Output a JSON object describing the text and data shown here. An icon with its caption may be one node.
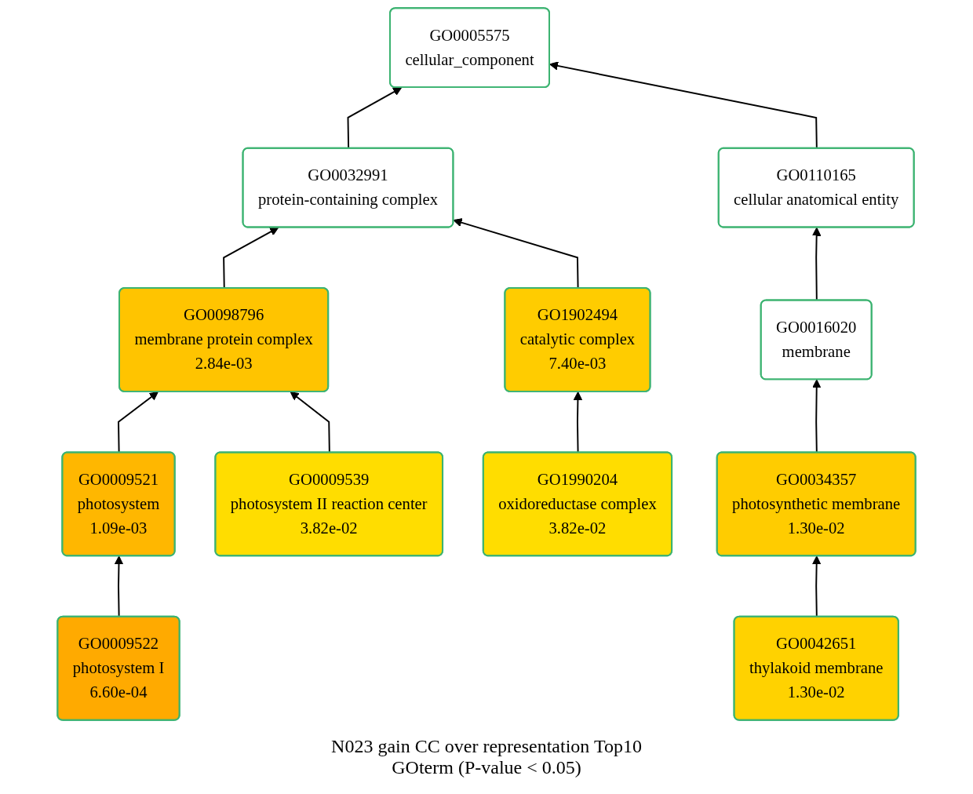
{
  "diagram": {
    "caption": "N023 gain CC over representation Top10 GOterm (P-value < 0.05)",
    "nodes": [
      {
        "text": [
          "GO0005575",
          "cellular_component"
        ]
      },
      {
        "text": [
          "GO0032991",
          "protein-containing complex"
        ]
      },
      {
        "text": [
          "GO0110165",
          "cellular anatomical entity"
        ]
      },
      {
        "text": [
          "GO0098796",
          "membrane protein complex",
          "2.84e-03"
        ]
      },
      {
        "text": [
          "GO1902494",
          "catalytic complex",
          "7.40e-03"
        ]
      },
      {
        "text": [
          "GO0016020",
          "membrane"
        ]
      },
      {
        "text": [
          "GO0009521",
          "photosystem",
          "1.09e-03"
        ]
      },
      {
        "text": [
          "GO0009539",
          "photosystem II reaction center",
          "3.82e-02"
        ]
      },
      {
        "text": [
          "GO1990204",
          "oxidoreductase complex",
          "3.82e-02"
        ]
      },
      {
        "text": [
          "GO0034357",
          "photosynthetic membrane",
          "1.30e-02"
        ]
      },
      {
        "text": [
          "GO0009522",
          "photosystem I",
          "6.60e-04"
        ]
      },
      {
        "text": [
          "GO0042651",
          "thylakoid membrane",
          "1.30e-02"
        ]
      }
    ],
    "edges": [
      {
        "from": 1,
        "to": 0,
        "arrow": "to"
      },
      {
        "from": 2,
        "to": 0,
        "arrow": "to"
      },
      {
        "from": 3,
        "to": 1,
        "arrow": "to"
      },
      {
        "from": 4,
        "to": 1,
        "arrow": "to"
      },
      {
        "from": 5,
        "to": 2,
        "arrow": "to"
      },
      {
        "from": 6,
        "to": 3,
        "arrow": "to"
      },
      {
        "from": 7,
        "to": 3,
        "arrow": "to"
      },
      {
        "from": 8,
        "to": 4,
        "arrow": "to"
      },
      {
        "from": 9,
        "to": 5,
        "arrow": "to"
      },
      {
        "from": 10,
        "to": 6,
        "arrow": "to"
      },
      {
        "from": 11,
        "to": 9,
        "arrow": "to"
      }
    ]
  }
}
